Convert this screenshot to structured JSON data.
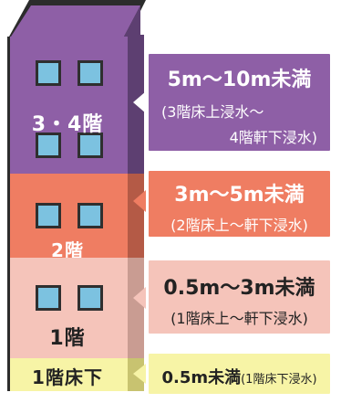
{
  "floors": {
    "upper": "3・4階",
    "second": "2階",
    "first": "1階",
    "underfloor": "1階床下"
  },
  "levels": [
    {
      "range": "5m〜10m未満",
      "detail_line1": "(3階床上浸水〜",
      "detail_line2": "4階軒下浸水)"
    },
    {
      "range": "3m〜5m未満",
      "detail_line1": "(2階床上〜軒下浸水)"
    },
    {
      "range": "0.5m〜3m未満",
      "detail_line1": "(1階床上〜軒下浸水)"
    },
    {
      "range": "0.5m未満",
      "detail_line1": "(1階床下浸水)"
    }
  ],
  "colors": {
    "purple": "#8e5fa6",
    "purple_dark": "#5d3f71",
    "salmon": "#ef7d62",
    "salmon_dark": "#b45a46",
    "pink": "#f5c4ba",
    "pink_dark": "#c99c92",
    "yellow": "#f7f4a6",
    "yellow_dark": "#c8c370",
    "window": "#7cc2e0"
  }
}
